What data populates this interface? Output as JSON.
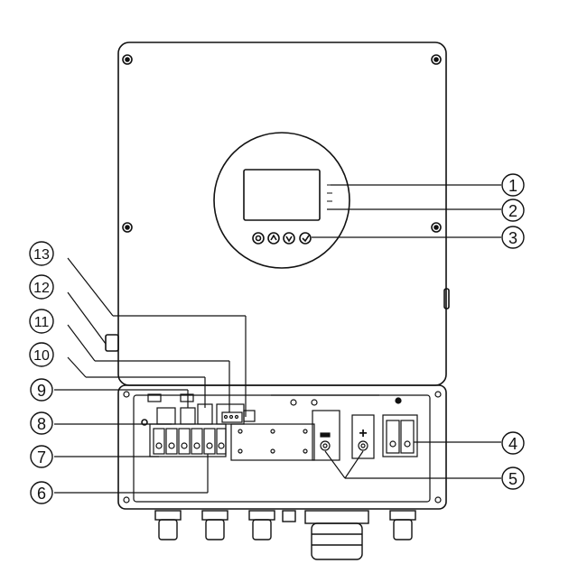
{
  "callouts": [
    {
      "id": 1,
      "label": "1"
    },
    {
      "id": 2,
      "label": "2"
    },
    {
      "id": 3,
      "label": "3"
    },
    {
      "id": 4,
      "label": "4"
    },
    {
      "id": 5,
      "label": "5"
    },
    {
      "id": 6,
      "label": "6"
    },
    {
      "id": 7,
      "label": "7"
    },
    {
      "id": 8,
      "label": "8"
    },
    {
      "id": 9,
      "label": "9"
    },
    {
      "id": 10,
      "label": "10"
    },
    {
      "id": 11,
      "label": "11"
    },
    {
      "id": 12,
      "label": "12"
    },
    {
      "id": 13,
      "label": "13"
    }
  ],
  "terminal_marks": {
    "negative": "−",
    "positive": "+"
  },
  "colors": {
    "line": "#111111",
    "background": "#ffffff"
  }
}
